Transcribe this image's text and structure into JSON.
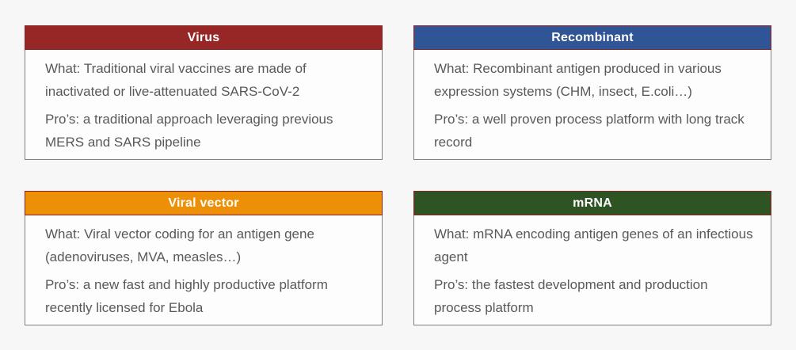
{
  "page": {
    "background_color": "#f7f7f7",
    "body_fill_color": "#fdfdfd",
    "body_border_color": "#7f7f7f",
    "body_text_color": "#595959",
    "header_text_color": "#ffffff"
  },
  "cards": [
    {
      "id": "virus",
      "title": "Virus",
      "header_color": "#972726",
      "header_border_color": "#8b2423",
      "what": "What: Traditional viral vaccines are made of inactivated or live-attenuated SARS-CoV-2",
      "pros": "Pro’s: a traditional approach leveraging previous MERS and SARS pipeline"
    },
    {
      "id": "recombinant",
      "title": "Recombinant",
      "header_color": "#2f5597",
      "header_border_color": "#8b2423",
      "what": "What: Recombinant antigen produced in various expression systems (CHM, insect, E.coli…)",
      "pros": "Pro’s: a well proven process platform with long track record"
    },
    {
      "id": "viral-vector",
      "title": "Viral vector",
      "header_color": "#ed9007",
      "header_border_color": "#8b2423",
      "what": "What: Viral vector coding for an antigen gene (adenoviruses, MVA, measles…)",
      "pros": "Pro’s: a new fast and highly productive platform recently licensed for Ebola"
    },
    {
      "id": "mrna",
      "title": "mRNA",
      "header_color": "#2f5423",
      "header_border_color": "#8b2423",
      "what": "What: mRNA encoding antigen genes of an infectious agent",
      "pros": "Pro’s: the fastest development and production process platform"
    }
  ]
}
